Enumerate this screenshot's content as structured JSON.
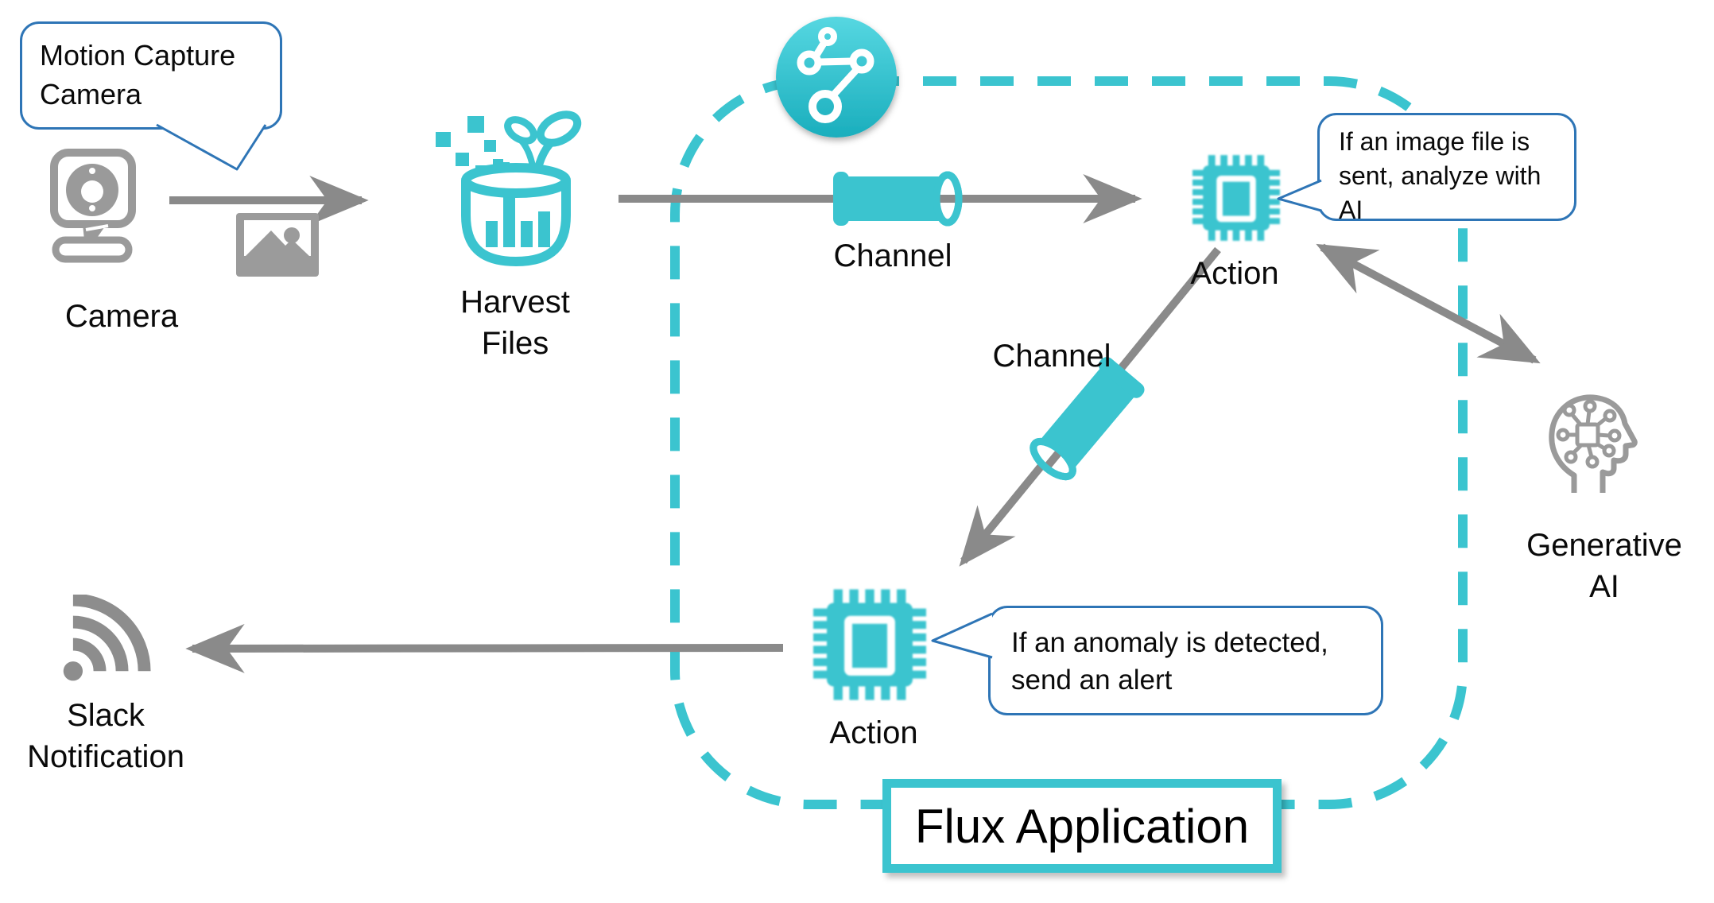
{
  "boundary": {
    "label": "Flux Application"
  },
  "nodes": {
    "camera": {
      "label": "Camera"
    },
    "harvest_files": {
      "label": "Harvest Files"
    },
    "channel_top": {
      "label": "Channel"
    },
    "action_top": {
      "label": "Action"
    },
    "channel_middle": {
      "label": "Channel"
    },
    "action_bottom": {
      "label": "Action"
    },
    "generative_ai": {
      "label": "Generative AI"
    },
    "slack_notification": {
      "label": "Slack Notification"
    }
  },
  "callouts": {
    "camera_note": "Motion Capture Camera",
    "action_top_note": "If an image file is sent, analyze with AI",
    "action_bottom_note": "If an anomaly is detected, send an alert"
  },
  "icons": {
    "camera": "webcam-icon",
    "image_file": "photo-icon",
    "harvest_files": "harvest-bucket-icon",
    "flux_logo": "commit-graph-icon",
    "channel": "pipe-icon",
    "action": "cpu-chip-icon",
    "generative_ai": "ai-head-icon",
    "slack_notification": "signal-waves-icon"
  },
  "colors": {
    "teal": "#3bc4cf",
    "teal_light": "#56d7e1",
    "teal_dark": "#1aaebd",
    "arrow_gray": "#8a8a8a",
    "icon_gray": "#9a9a9a",
    "callout_border": "#2e75b6",
    "text_black": "#0a0a0a"
  }
}
